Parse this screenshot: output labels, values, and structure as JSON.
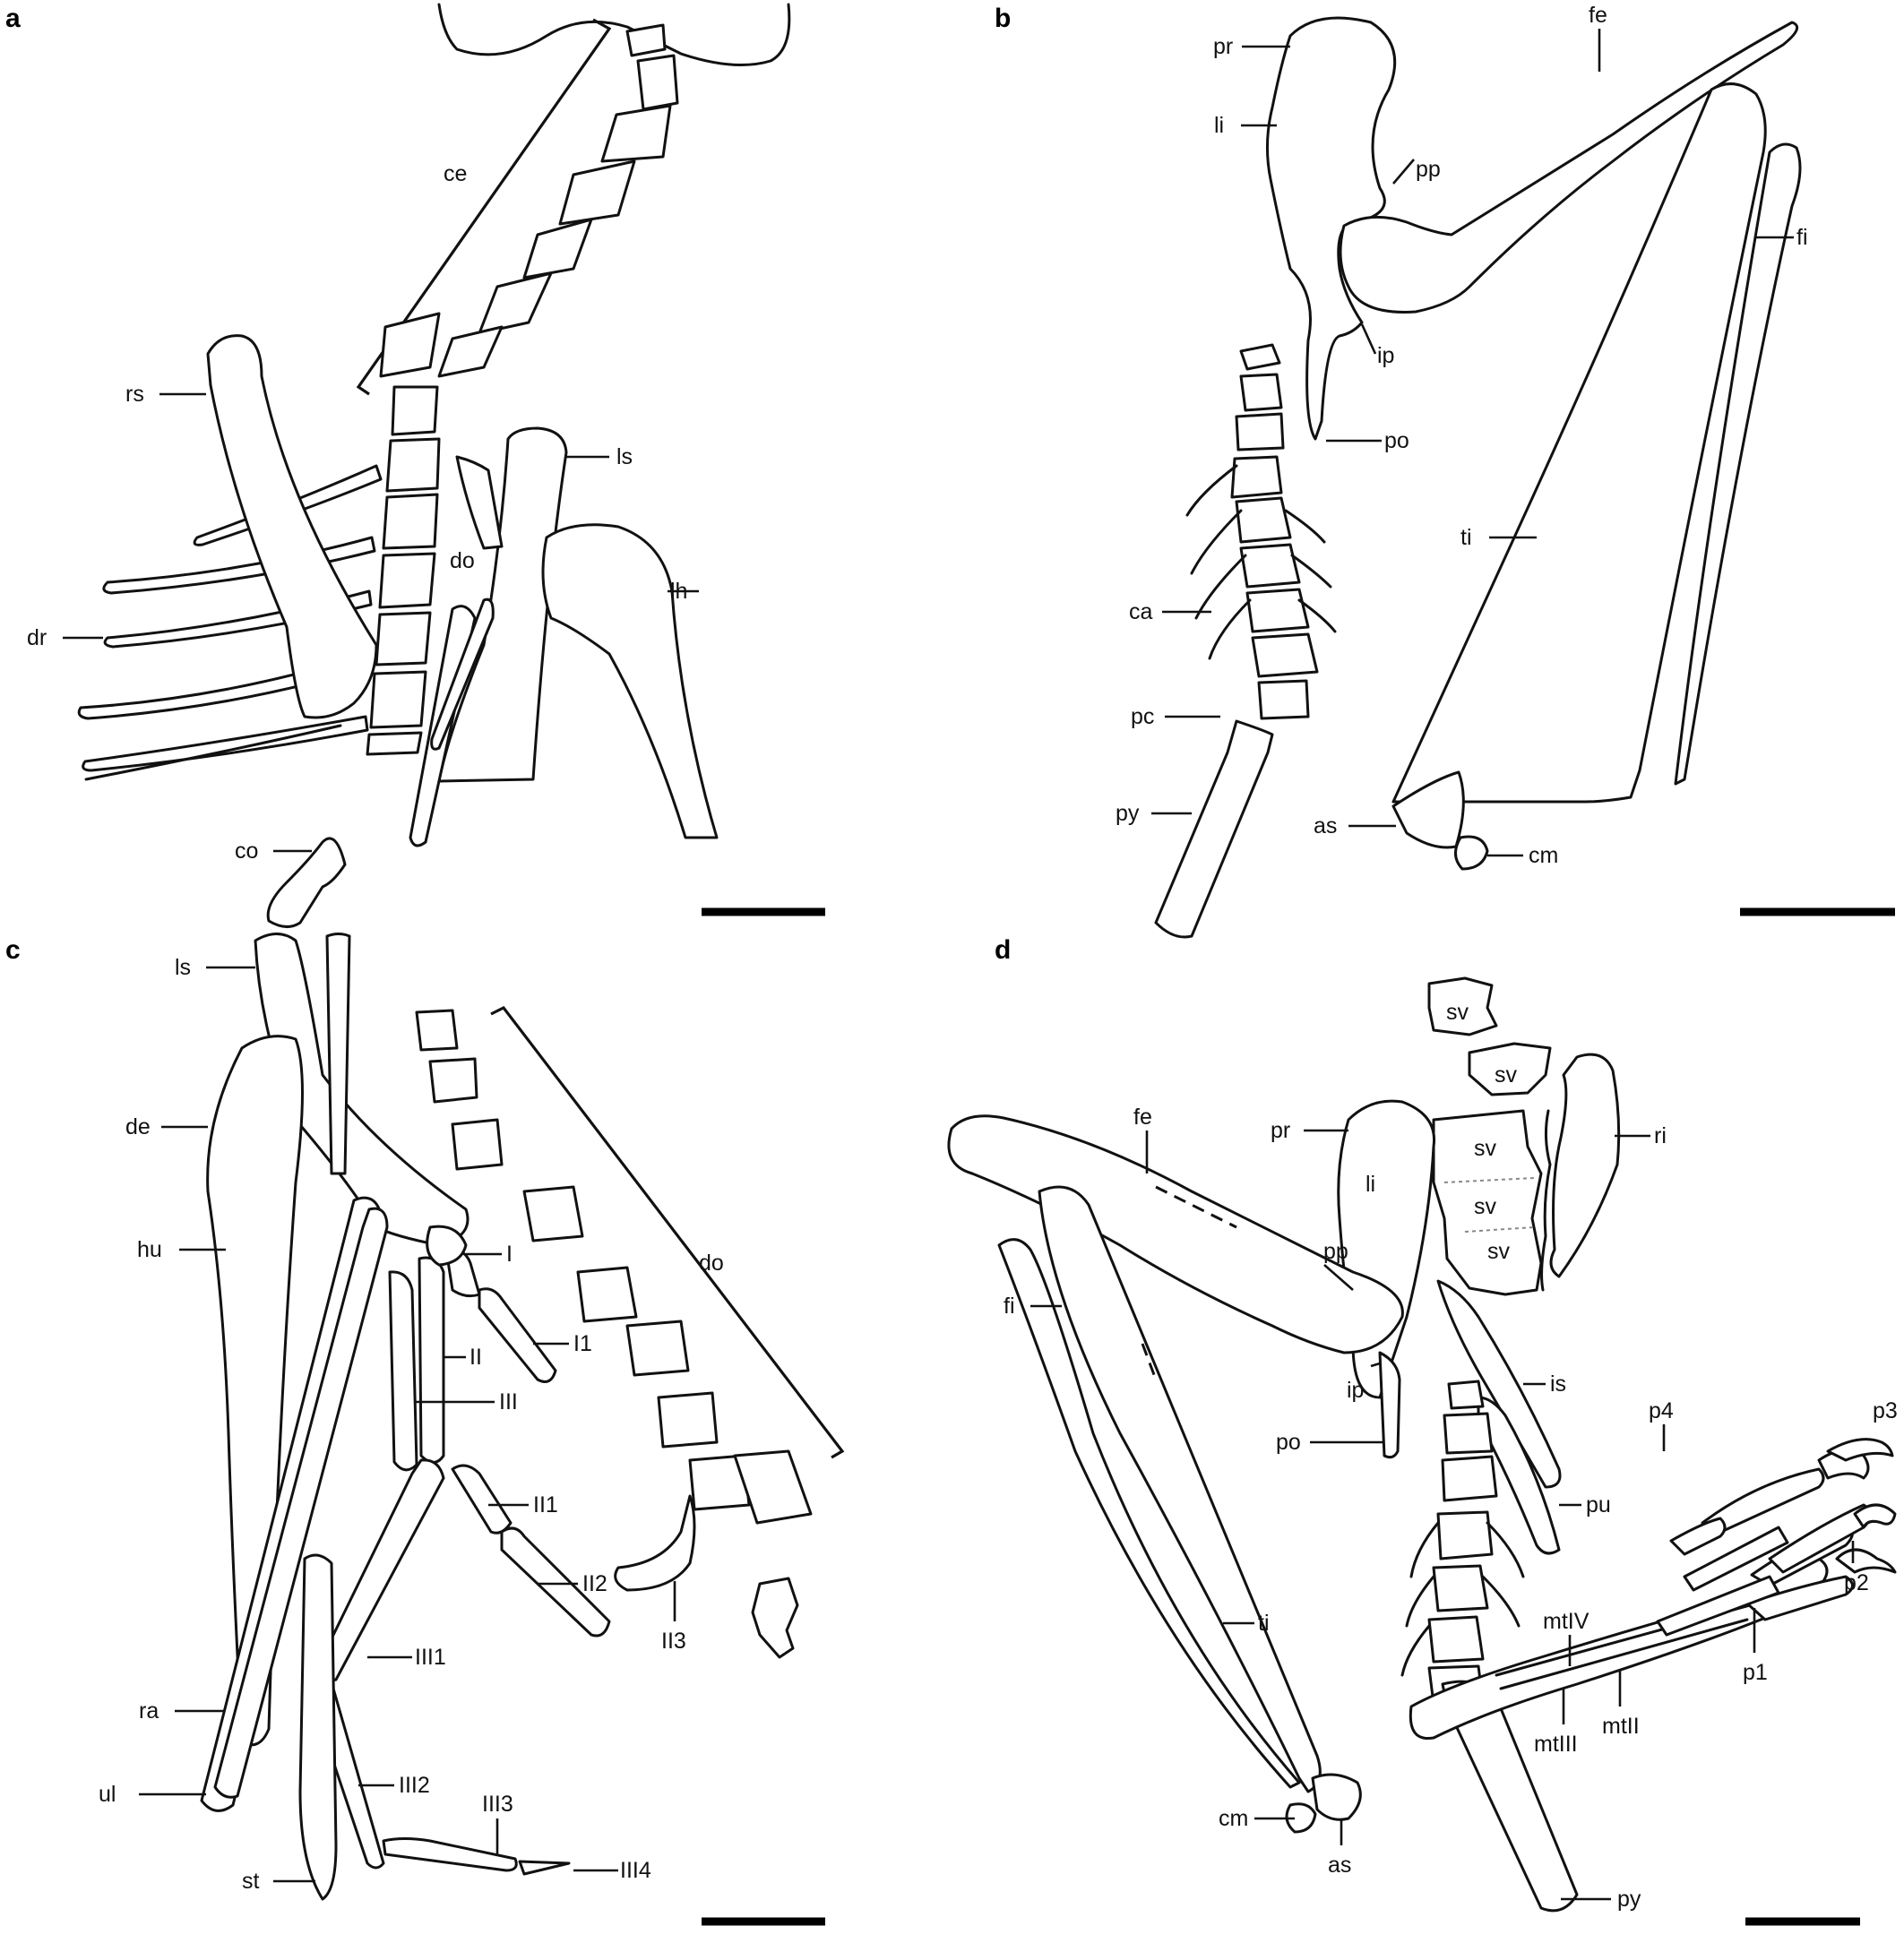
{
  "panels": [
    "a",
    "b",
    "c",
    "d"
  ],
  "labels_a": {
    "ce": "ce",
    "rs": "rs",
    "ls": "ls",
    "do": "do",
    "lh": "lh",
    "dr": "dr"
  },
  "labels_b": {
    "pr": "pr",
    "li": "li",
    "pp": "pp",
    "fe": "fe",
    "fi": "fi",
    "ip": "ip",
    "po": "po",
    "ti": "ti",
    "ca": "ca",
    "pc": "pc",
    "py": "py",
    "as": "as",
    "cm": "cm"
  },
  "labels_c": {
    "co": "co",
    "ls": "ls",
    "de": "de",
    "hu": "hu",
    "do": "do",
    "I": "I",
    "I1": "I1",
    "II": "II",
    "III": "III",
    "II1": "II1",
    "II2": "II2",
    "II3": "II3",
    "III1": "III1",
    "ra": "ra",
    "III2": "III2",
    "ul": "ul",
    "III3": "III3",
    "st": "st",
    "III4": "III4"
  },
  "labels_d": {
    "sv1": "sv",
    "sv2": "sv",
    "sv3": "sv",
    "sv4": "sv",
    "sv5": "sv",
    "ri": "ri",
    "pr": "pr",
    "li": "li",
    "fe": "fe",
    "pp": "pp",
    "fi": "fi",
    "ip": "ip",
    "is": "is",
    "po": "po",
    "p4": "p4",
    "p3": "p3",
    "pu": "pu",
    "p2": "p2",
    "ti": "ti",
    "mtIV": "mtIV",
    "p1": "p1",
    "mtIII": "mtIII",
    "mtII": "mtII",
    "cm": "cm",
    "as": "as",
    "py": "py"
  }
}
